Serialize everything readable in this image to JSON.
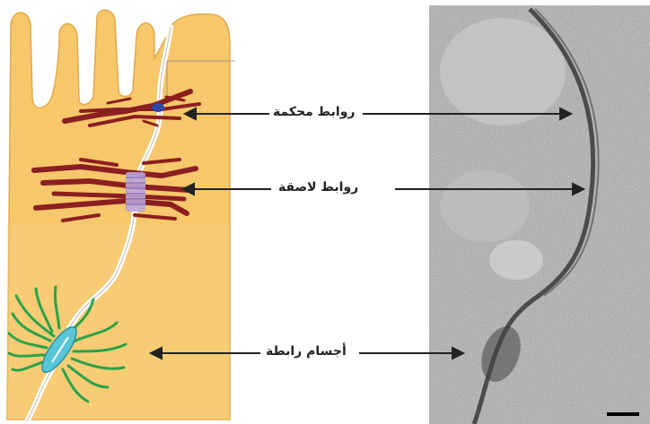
{
  "labels": {
    "tight_junctions": "روابط محكمة",
    "adherens_junctions": "روابط لاصقة",
    "desmosomes": "أجسام رابطة"
  },
  "colors": {
    "cell": "#f6c76b",
    "cell_edge": "#e0a94a",
    "filaments": "#8b1f1f",
    "intermediate_filaments": "#2aa34a",
    "desmosome_plaque": "#58c6d8",
    "junction_band": "#b9a3d8",
    "tight_junction_dot": "#2b4aa8"
  }
}
